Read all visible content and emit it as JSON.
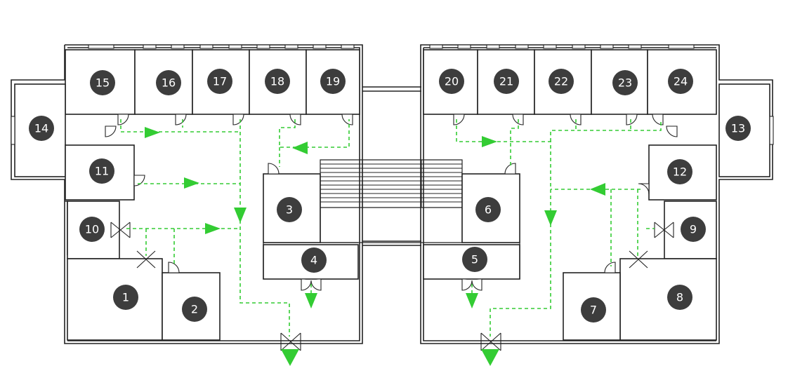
{
  "rooms": [
    {
      "label": "1"
    },
    {
      "label": "2"
    },
    {
      "label": "3"
    },
    {
      "label": "4"
    },
    {
      "label": "5"
    },
    {
      "label": "6"
    },
    {
      "label": "7"
    },
    {
      "label": "8"
    },
    {
      "label": "9"
    },
    {
      "label": "10"
    },
    {
      "label": "11"
    },
    {
      "label": "12"
    },
    {
      "label": "13"
    },
    {
      "label": "14"
    },
    {
      "label": "15"
    },
    {
      "label": "16"
    },
    {
      "label": "17"
    },
    {
      "label": "18"
    },
    {
      "label": "19"
    },
    {
      "label": "20"
    },
    {
      "label": "21"
    },
    {
      "label": "22"
    },
    {
      "label": "23"
    },
    {
      "label": "24"
    }
  ],
  "colors": {
    "evacuation_route": "#33cc33",
    "badge_fill": "#3d3d3d",
    "badge_text": "#ffffff",
    "walls": "#222222"
  },
  "icons": {
    "door": "door-swing-icon",
    "double_door": "double-door-icon",
    "exit": "exit-arrow-icon",
    "direction": "direction-arrow-icon"
  }
}
